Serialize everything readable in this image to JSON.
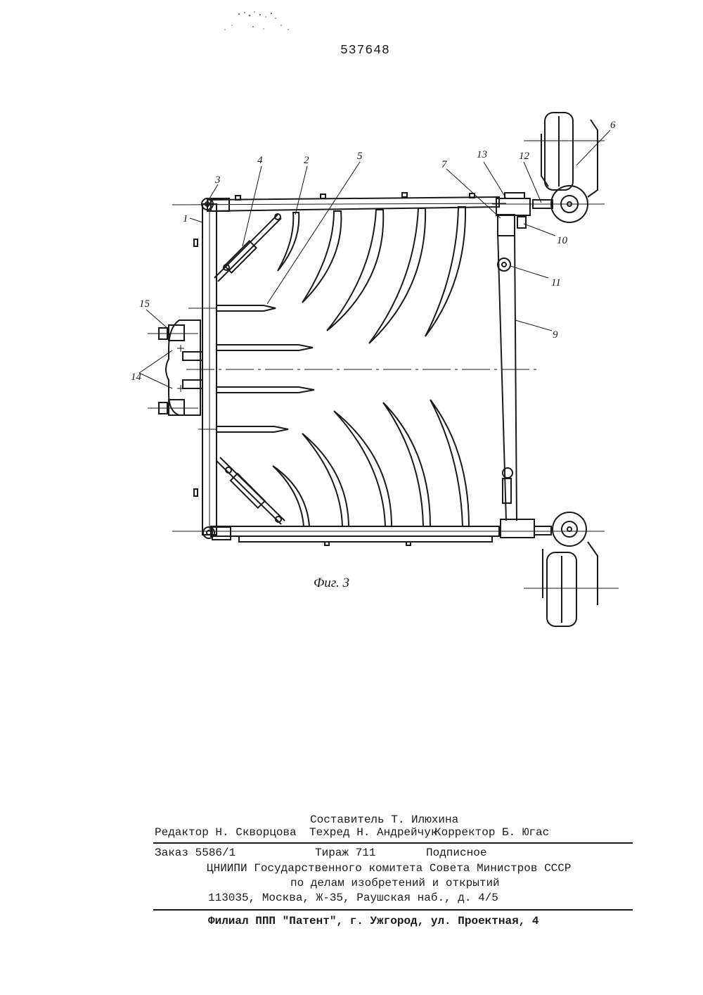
{
  "page_number": "537648",
  "figure": {
    "caption": "Фиг. 3",
    "labels": {
      "l1": "1",
      "l2": "2",
      "l3": "3",
      "l4": "4",
      "l5": "5",
      "l6": "6",
      "l7": "7",
      "l9": "9",
      "l10": "10",
      "l11": "11",
      "l12": "12",
      "l13": "13",
      "l14": "14",
      "l15": "15"
    }
  },
  "colophon": {
    "compiler": "Составитель Т. Илюхина",
    "editor": "Редактор Н. Скворцова",
    "techred": "Техред Н. Андрейчук",
    "corrector": "Корректор  Б. Югас",
    "order": "Заказ 5586/1",
    "circulation": "Тираж 711",
    "subscription": "Подписное",
    "org_line1": "ЦНИИПИ Государственного комитета Совета Министров СССР",
    "org_line2": "по делам изобретений и открытий",
    "address": "113035, Москва, Ж-35, Раушская наб., д. 4/5",
    "branch": "Филиал ППП \"Патент\", г. Ужгород, ул. Проектная, 4"
  }
}
